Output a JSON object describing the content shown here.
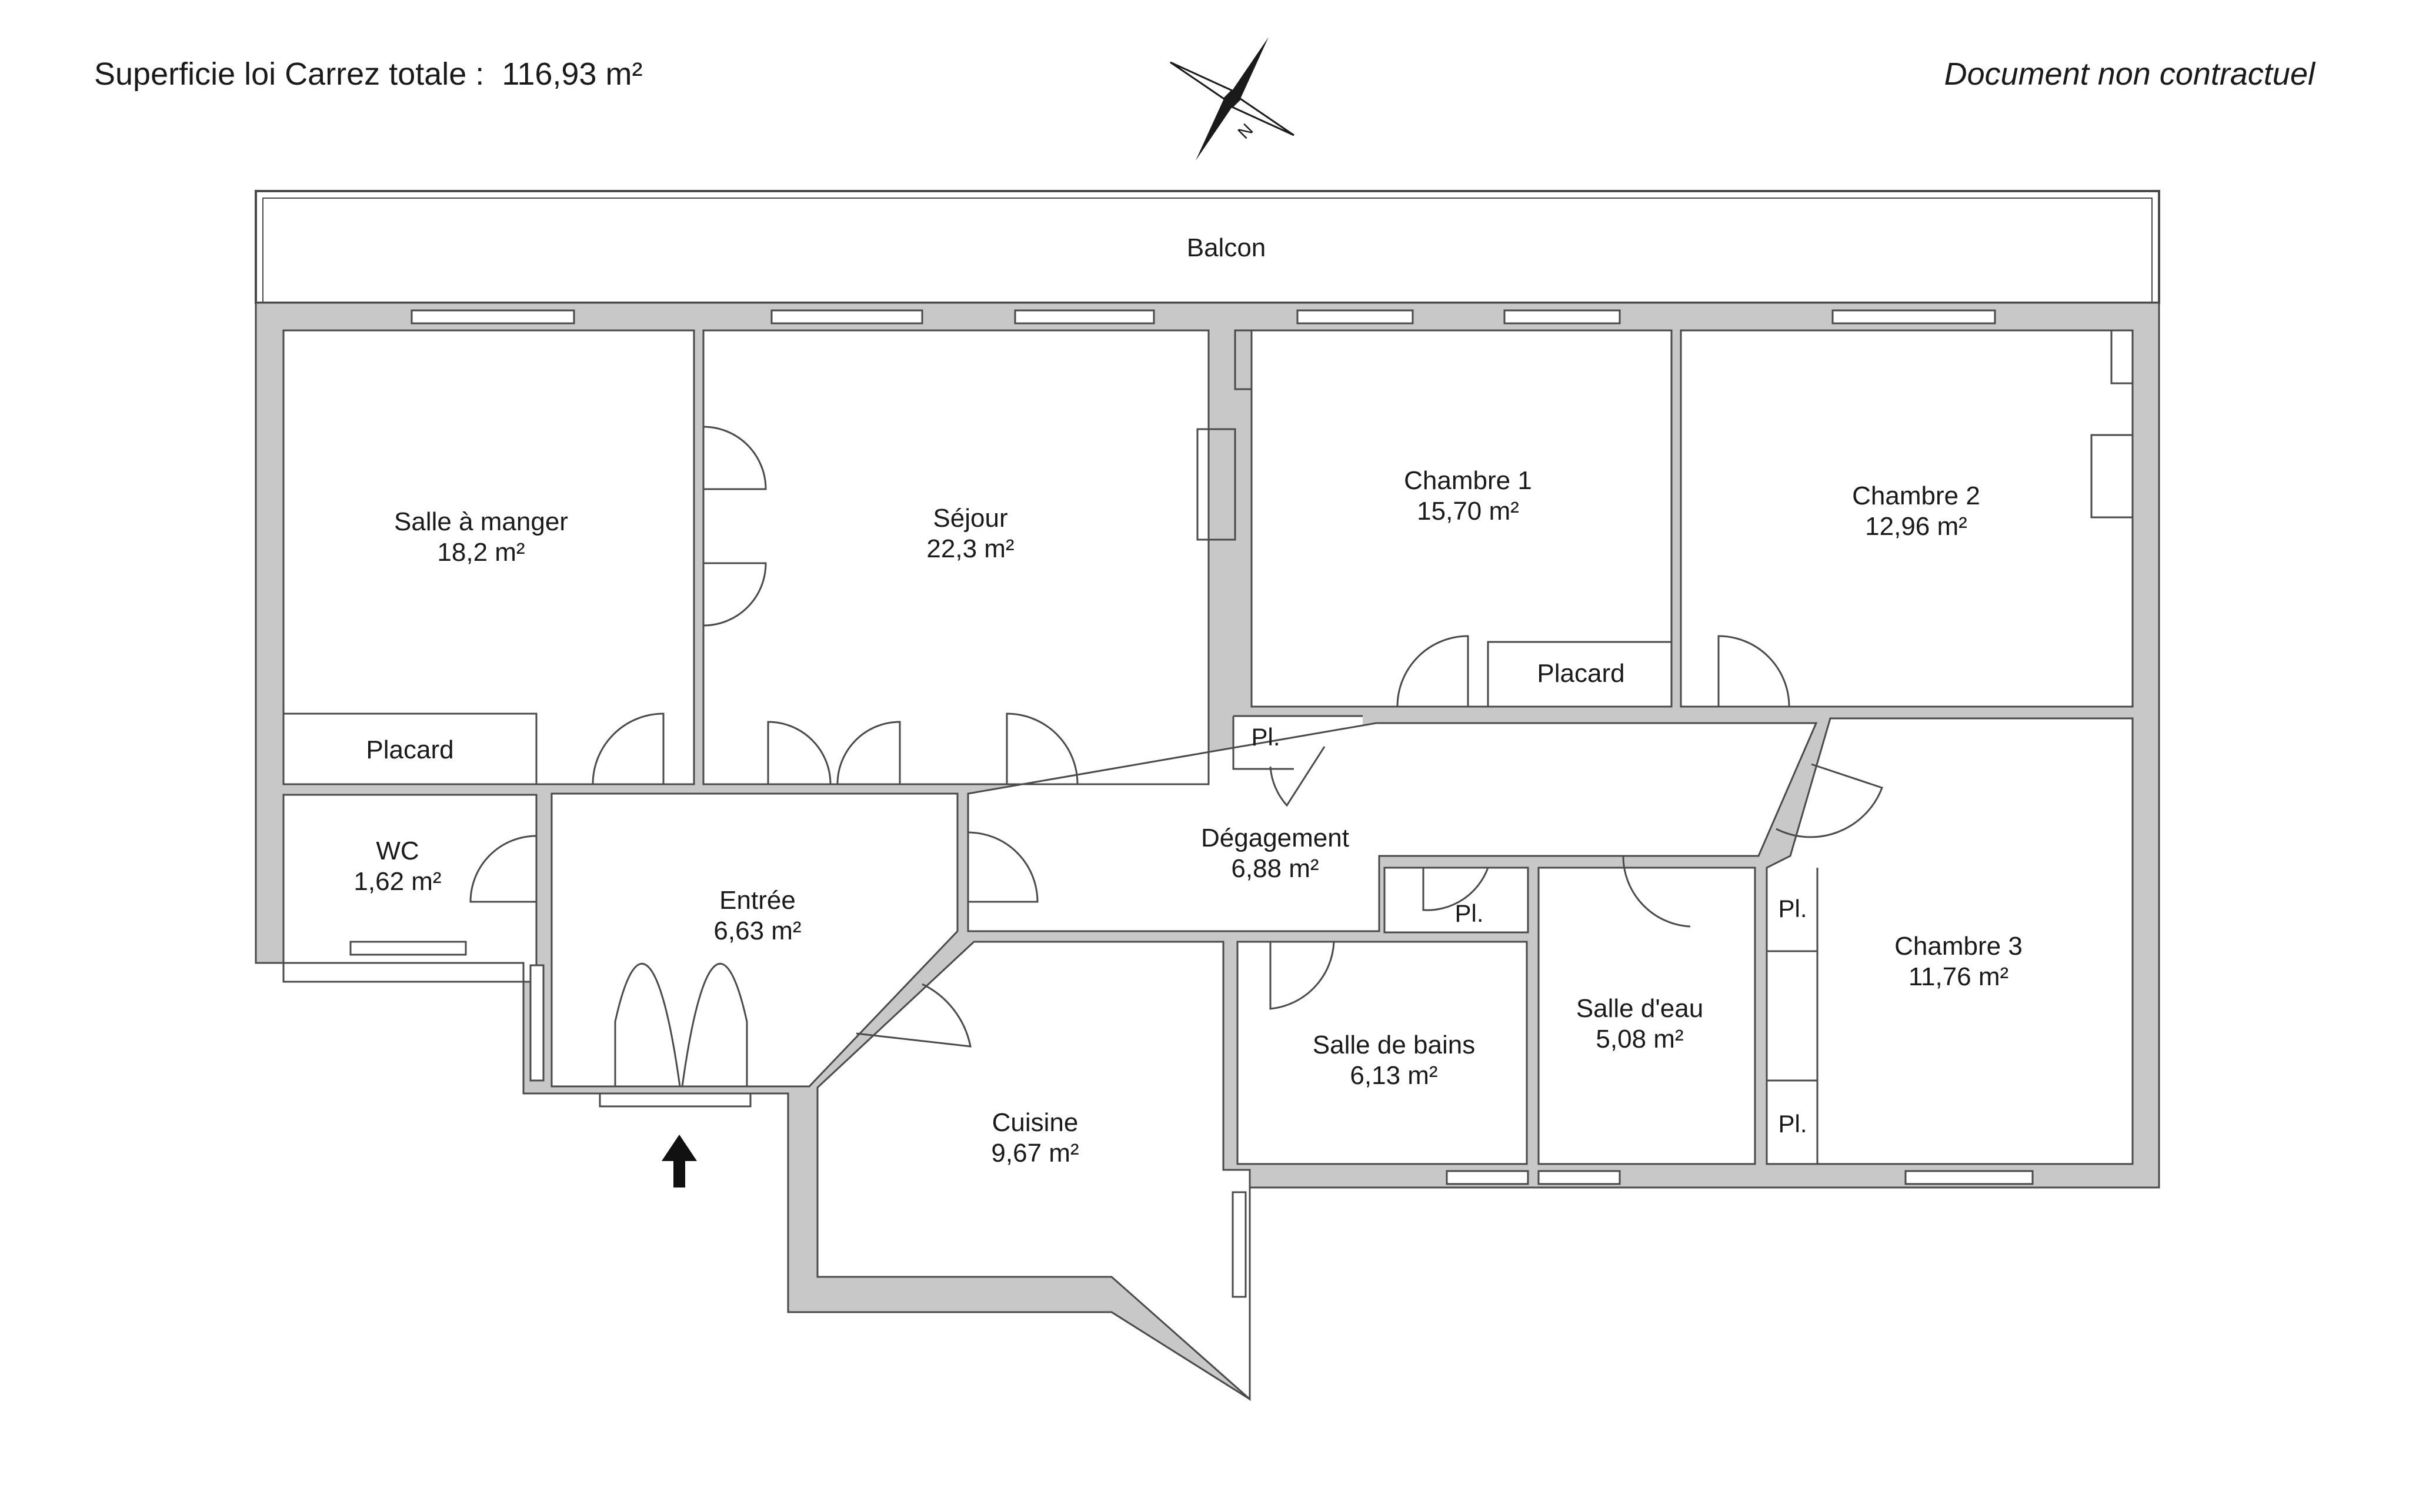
{
  "header": {
    "area_prefix": "Superficie loi Carrez totale :",
    "area_value": "116,93 m²",
    "disclaimer": "Document non contractuel"
  },
  "compass": {
    "north_label": "N"
  },
  "rooms": {
    "balcon": {
      "name": "Balcon",
      "area": ""
    },
    "salle_a_manger": {
      "name": "Salle à manger",
      "area": "18,2 m²"
    },
    "sejour": {
      "name": "Séjour",
      "area": "22,3 m²"
    },
    "chambre1": {
      "name": "Chambre 1",
      "area": "15,70 m²"
    },
    "chambre2": {
      "name": "Chambre 2",
      "area": "12,96 m²"
    },
    "chambre3": {
      "name": "Chambre 3",
      "area": "11,76 m²"
    },
    "degagement": {
      "name": "Dégagement",
      "area": "6,88 m²"
    },
    "entree": {
      "name": "Entrée",
      "area": "6,63 m²"
    },
    "wc": {
      "name": "WC",
      "area": "1,62 m²"
    },
    "cuisine": {
      "name": "Cuisine",
      "area": "9,67 m²"
    },
    "salle_de_bains": {
      "name": "Salle de bains",
      "area": "6,13 m²"
    },
    "salle_deau": {
      "name": "Salle d'eau",
      "area": "5,08 m²"
    },
    "placard_sam": {
      "name": "Placard"
    },
    "placard_ch1": {
      "name": "Placard"
    },
    "pl_hall": {
      "name": "Pl."
    },
    "pl_deg": {
      "name": "Pl."
    },
    "pl_ch3_top": {
      "name": "Pl."
    },
    "pl_ch3_bottom": {
      "name": "Pl."
    }
  },
  "entrance_marker": "entrance-arrow"
}
